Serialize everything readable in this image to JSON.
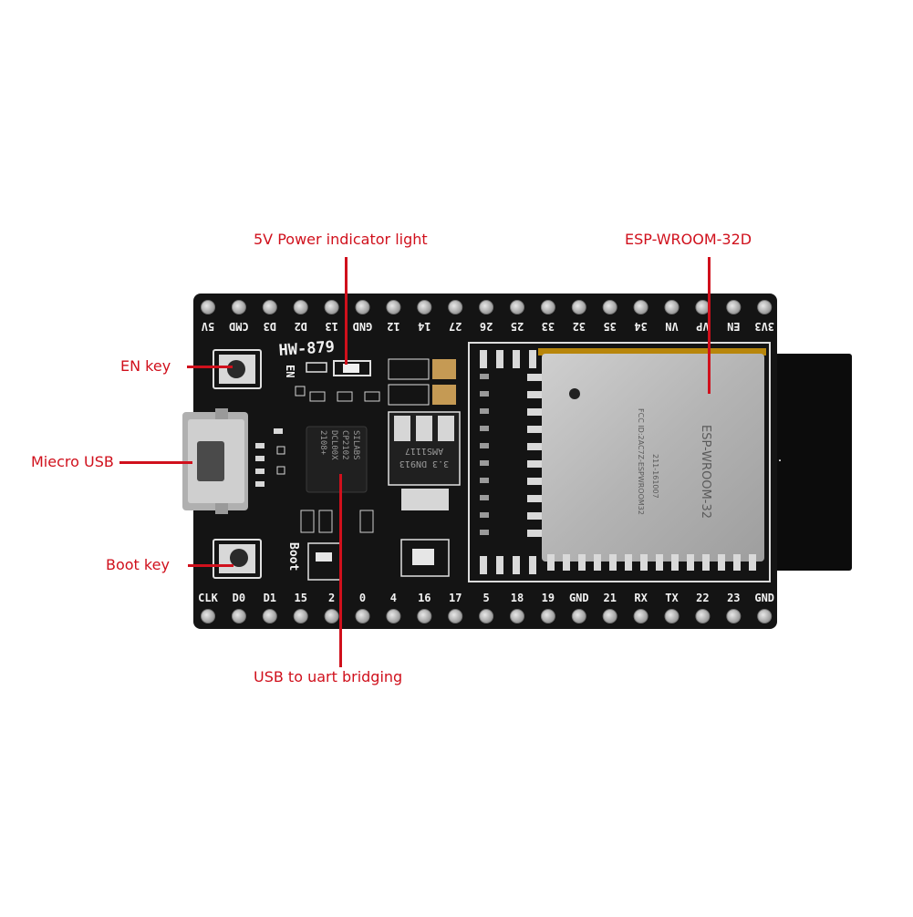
{
  "annotations": {
    "power_led": "5V Power indicator light",
    "module": "ESP-WROOM-32D",
    "en_key": "EN key",
    "micro_usb": "Miecro USB",
    "boot_key": "Boot key",
    "usb_uart": "USB to uart bridging"
  },
  "board": {
    "model": "HW-879",
    "en_label": "EN",
    "boot_label": "Boot",
    "top_pins": [
      "5V",
      "CMD",
      "D3",
      "D2",
      "13",
      "GND",
      "12",
      "14",
      "27",
      "26",
      "25",
      "33",
      "32",
      "35",
      "34",
      "VN",
      "VP",
      "EN",
      "3V3"
    ],
    "bottom_pins": [
      "CLK",
      "D0",
      "D1",
      "15",
      "2",
      "0",
      "4",
      "16",
      "17",
      "5",
      "18",
      "19",
      "GND",
      "21",
      "RX",
      "TX",
      "22",
      "23",
      "GND"
    ],
    "uart_chip": [
      "SILABS",
      "CP2102",
      "DCL00X",
      "2108+"
    ],
    "regulator": [
      "AMS1117",
      "3.3 DN913"
    ],
    "module_text": [
      "ESP-WROOM-32",
      "FCC ID:2AC7Z-ESPWROOM32",
      "211-161007"
    ]
  },
  "colors": {
    "annotation": "#d0101c",
    "pcb": "#141414",
    "shield": "#b9b9b9",
    "antenna": "#0c0c0c"
  }
}
